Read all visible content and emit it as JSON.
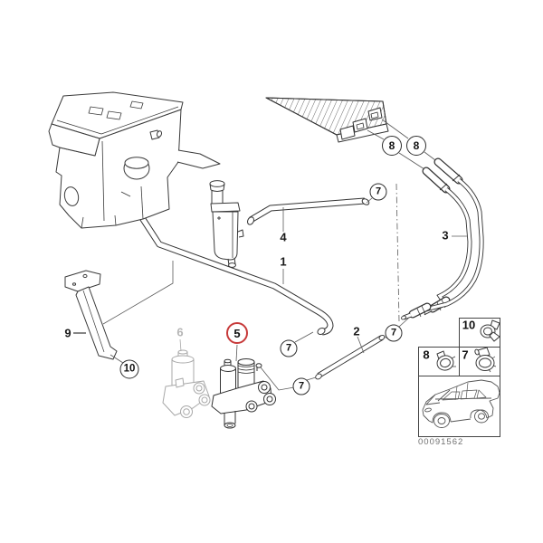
{
  "diagram": {
    "type": "parts-diagram",
    "subject": "engine cooling / heater water hoses and valves",
    "highlighted_callout": "5"
  },
  "colors": {
    "background": "#ffffff",
    "line": "#333333",
    "accent_red": "#c73a3a",
    "muted_gray": "#b0b0b0",
    "part_number_gray": "#707070"
  },
  "callouts": {
    "n1": "1",
    "n2": "2",
    "n3": "3",
    "n4": "4",
    "n5": "5",
    "n6": "6",
    "n7": "7",
    "n8": "8",
    "n9": "9",
    "n10": "10"
  },
  "legend": {
    "cell_top": "10",
    "cell_left": "8",
    "cell_right": "7",
    "icons": {
      "cell_top": "spring-band-clamp-icon",
      "cell_left": "worm-drive-clamp-icon",
      "cell_right": "screw-hose-clamp-icon",
      "car": "car-silhouette-icon"
    }
  },
  "drawings": {
    "engine": "engine-block-drawing",
    "expansion_tank": "expansion-tank-drawing",
    "heater_core": "heater-core-drawing",
    "bracket": "mounting-bracket-drawing",
    "aux_pump": "auxiliary-water-pump-drawing",
    "water_valve": "water-valve-drawing",
    "hoses": "water-hoses-drawing"
  },
  "footer": {
    "part_number": "00091562"
  }
}
